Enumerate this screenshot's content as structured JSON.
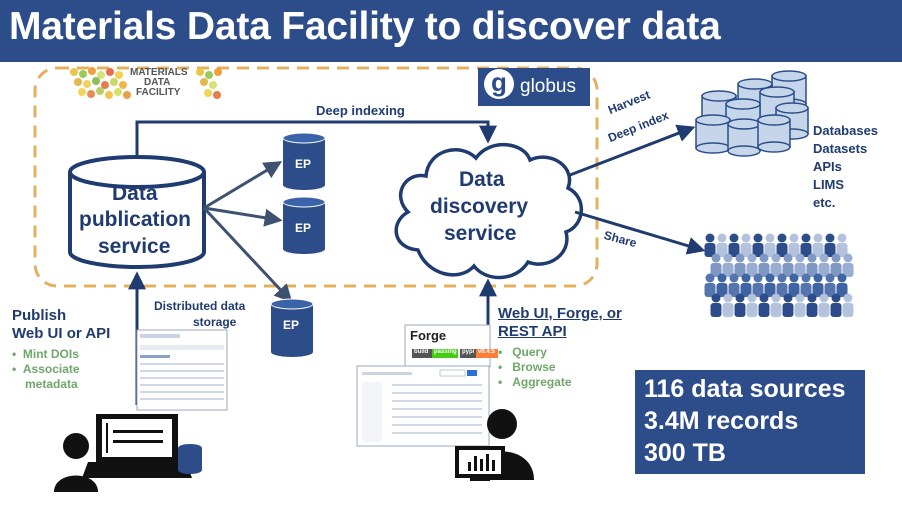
{
  "title": "Materials Data Facility to discover data",
  "logos": {
    "mdf": [
      "MATERIALS",
      "DATA",
      "FACILITY"
    ],
    "globus": "globus",
    "globus_letter": "g"
  },
  "publication": {
    "label_lines": [
      "Data",
      "publication",
      "service"
    ]
  },
  "discovery": {
    "label_lines": [
      "Data",
      "discovery",
      "service"
    ]
  },
  "deep_indexing": "Deep indexing",
  "endpoint_label": "EP",
  "distributed_storage": [
    "Distributed data",
    "storage"
  ],
  "publish": {
    "heading_lines": [
      "Publish",
      "Web UI or API"
    ],
    "bullets": [
      "Mint DOIs",
      "Associate",
      "metadata"
    ]
  },
  "access": {
    "heading_lines": [
      "Web UI, Forge, or",
      "REST API"
    ],
    "bullets": [
      "Query",
      "Browse",
      "Aggregate"
    ]
  },
  "forge": {
    "title": "Forge",
    "badge_build": "build",
    "badge_passing": "passing",
    "badge_pypi": "pypi",
    "badge_version": "v0.4.5"
  },
  "harvest": [
    "Harvest",
    "Deep index"
  ],
  "share": "Share",
  "targets": [
    "Databases",
    "Datasets",
    "APIs",
    "LIMS",
    "etc."
  ],
  "stats": [
    "116 data sources",
    "3.4M records",
    "300 TB"
  ],
  "colors": {
    "brand_blue": "#2c4d8a",
    "dark_blue": "#1f3b6f",
    "bullet_green": "#6fa76a",
    "dashed_orange": "#e3b15e",
    "cylinder_light": "#c5d6ea"
  }
}
